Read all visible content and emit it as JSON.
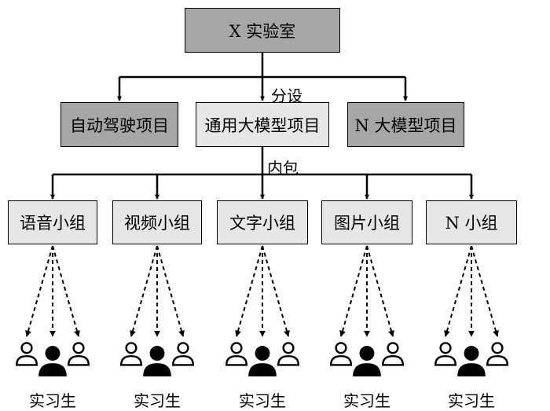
{
  "root": {
    "label": "X 实验室"
  },
  "edge_labels": {
    "branch": "分设",
    "subcontract": "内包"
  },
  "projects": [
    {
      "label": "自动驾驶项目"
    },
    {
      "label": "通用大模型项目"
    },
    {
      "label": "N 大模型项目"
    }
  ],
  "groups": [
    {
      "label": "语音小组"
    },
    {
      "label": "视频小组"
    },
    {
      "label": "文字小组"
    },
    {
      "label": "图片小组"
    },
    {
      "label": "N 小组"
    }
  ],
  "interns": [
    {
      "label": "实习生"
    },
    {
      "label": "实习生"
    },
    {
      "label": "实习生"
    },
    {
      "label": "实习生"
    },
    {
      "label": "实习生"
    }
  ],
  "colors": {
    "dark_box": "#a6a6a6",
    "light_box": "#e6e6e6",
    "line": "#000000"
  },
  "icons": [
    "person-outline-icon",
    "person-filled-icon",
    "person-outline-icon"
  ]
}
